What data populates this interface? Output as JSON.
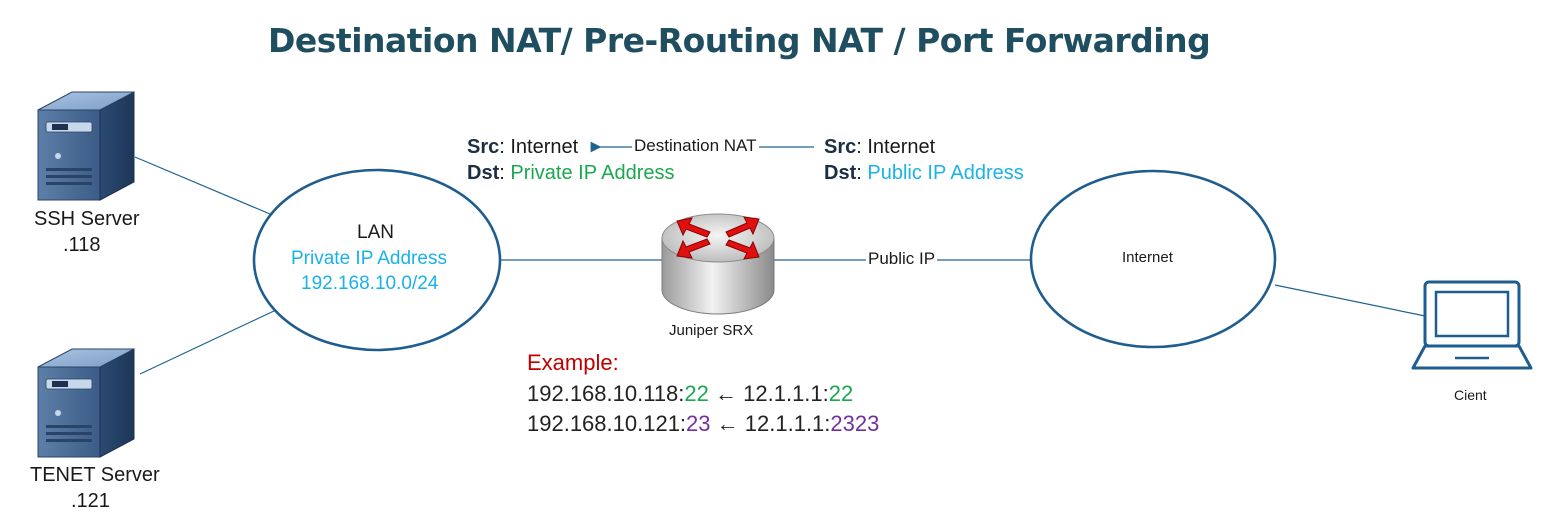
{
  "title": "Destination NAT/ Pre-Routing NAT / Port Forwarding",
  "colors": {
    "title": "#1f4e60",
    "green": "#1aa84f",
    "cyan": "#1ab2e8",
    "purple": "#7030a0",
    "red": "#c00000",
    "ellipse_stroke": "#1f6391",
    "line": "#1f6391"
  },
  "nodes": {
    "ssh_server": {
      "name": "SSH Server",
      "ip": ".118",
      "icon": "server-icon"
    },
    "tenet_server": {
      "name": "TENET Server",
      "ip": ".121",
      "icon": "server-icon"
    },
    "lan": {
      "title": "LAN",
      "subtitle": "Private IP Address",
      "subnet": "192.168.10.0/24"
    },
    "router": {
      "name": "Juniper SRX",
      "icon": "router-icon"
    },
    "internet": {
      "name": "Internet"
    },
    "client": {
      "name": "Cient",
      "icon": "laptop-icon"
    }
  },
  "links": {
    "router_internet": "Public IP",
    "nat_arrow": "Destination NAT"
  },
  "translated": {
    "src_key": "Src",
    "src_val": "Internet",
    "dst_key": "Dst",
    "dst_val": "Private IP Address"
  },
  "original": {
    "src_key": "Src",
    "src_val": "Internet",
    "dst_key": "Dst",
    "dst_val": "Public IP Address"
  },
  "example": {
    "heading": "Example:",
    "rows": [
      {
        "inside_ip": "192.168.10.118:",
        "inside_port": "22",
        "arrow": "←",
        "outside_ip": "12.1.1.1:",
        "outside_port": "22"
      },
      {
        "inside_ip": "192.168.10.121:",
        "inside_port": "23",
        "arrow": "←",
        "outside_ip": "12.1.1.1:",
        "outside_port": "2323"
      }
    ]
  }
}
